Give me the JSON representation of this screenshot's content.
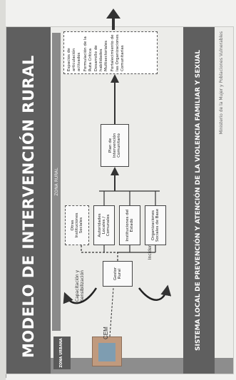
{
  "slide": {
    "title": "MODELO DE INTERVENCIÓN RURAL",
    "zone_header": "ZONA RURAL",
    "zone_urbana": "ZONA URBANA",
    "cem": "CEM",
    "cem_side": "Capacitación y Sensibilización",
    "incidencia": "Incidencia",
    "gestor": "Gestor Rural",
    "boxes": {
      "otros": "Otras Instituciones Sociales",
      "autoridades": "Autoridades Locales / Comunales",
      "instituciones": "Instituciones del Estado",
      "organizaciones": "Organizaciones Sociales de Base",
      "plan": "Plan de Intervención Comunitario"
    },
    "list": [
      "Espacios de articulación activados",
      "Formulación de la Ruta Crítica",
      "Desarrollo de habilidades Multisectoriales",
      "Fortalecimiento de las Organizaciones Comunitarias"
    ],
    "caption": "SISTEMA LOCAL DE PREVENCIÓN Y ATENCIÓN DE LA VIOLENCIA FAMILIAR Y SEXUAL",
    "footer": "Ministerio de la Mujer y Poblaciones Vulnerables"
  }
}
